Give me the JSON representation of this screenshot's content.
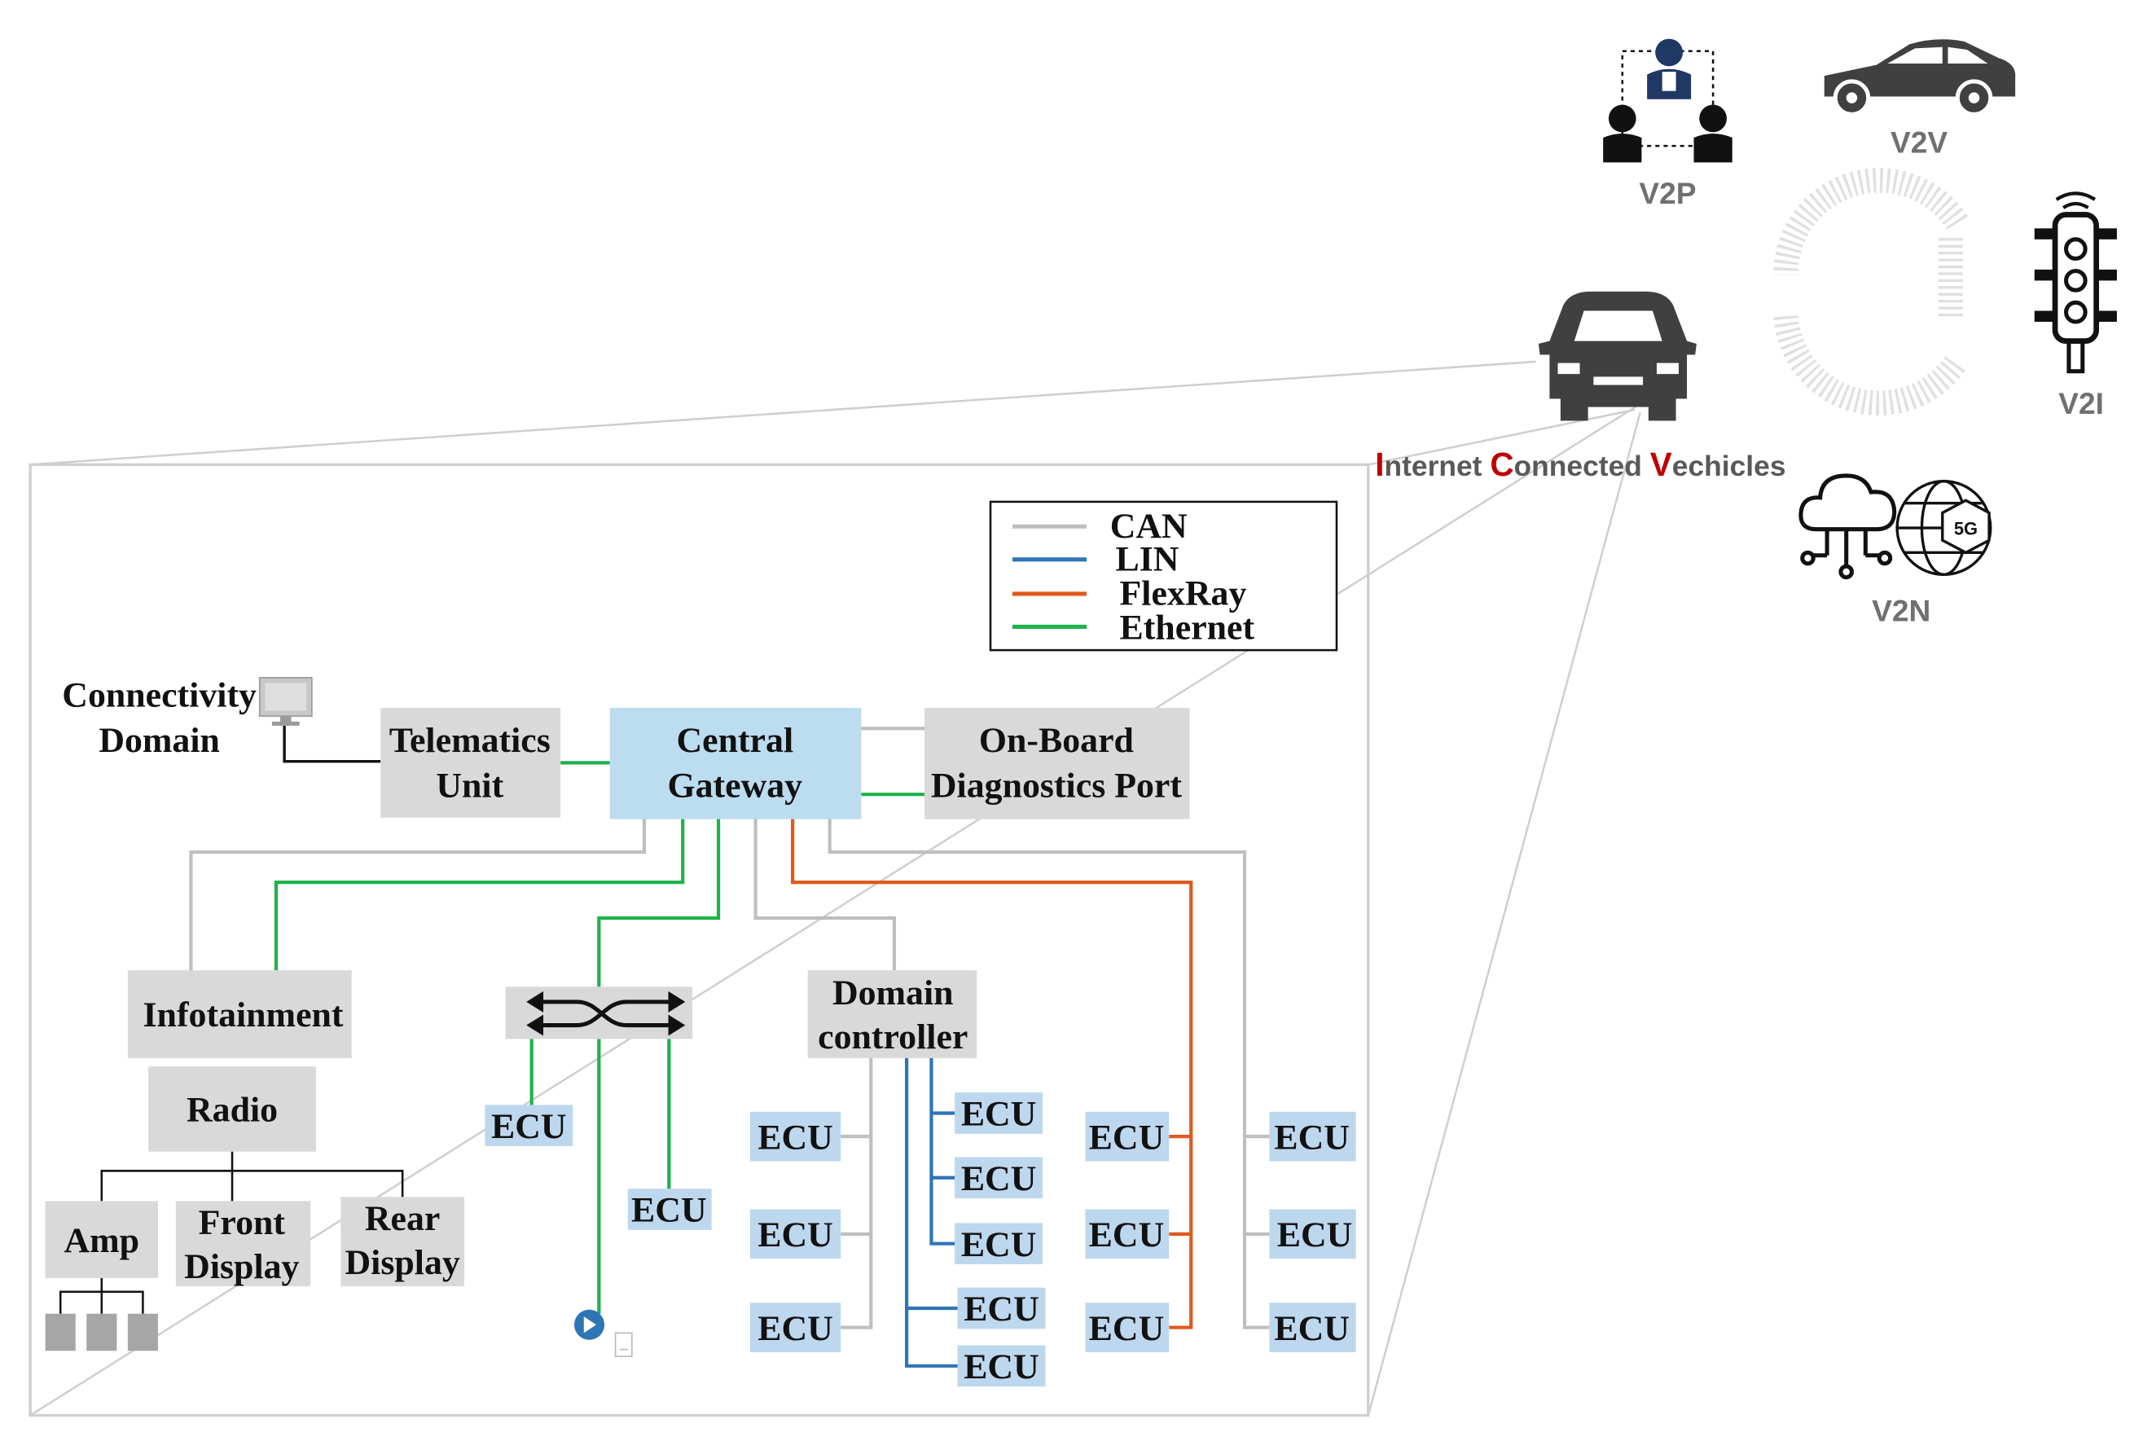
{
  "colors": {
    "can": "#bfbfbf",
    "lin": "#2e75b6",
    "flexray": "#e05a1c",
    "ethernet": "#1db34a",
    "grey_box": "#d9d9d9",
    "blue_box": "#bdd7ee",
    "gateway_box": "#bcdcf0",
    "accent_red": "#c00000",
    "icon_dark": "#404040",
    "label_grey": "#707070"
  },
  "legend": {
    "can": "CAN",
    "lin": "LIN",
    "flexray": "FlexRay",
    "ethernet": "Ethernet"
  },
  "connectivity": {
    "line1": "Connectivity",
    "line2": "Domain"
  },
  "telematics": {
    "line1": "Telematics",
    "line2": "Unit"
  },
  "gateway": {
    "line1": "Central",
    "line2": "Gateway"
  },
  "obd": {
    "line1": "On-Board",
    "line2": "Diagnostics Port"
  },
  "infotainment": "Infotainment",
  "radio": "Radio",
  "amp": "Amp",
  "front_display": {
    "line1": "Front",
    "line2": "Display"
  },
  "rear_display": {
    "line1": "Rear",
    "line2": "Display"
  },
  "domain_controller": {
    "line1": "Domain",
    "line2": "controller"
  },
  "ecu": "ECU",
  "v2x": {
    "v2p": "V2P",
    "v2v": "V2V",
    "v2i": "V2I",
    "v2n": "V2N",
    "five_g": "5G"
  },
  "icv": {
    "i_letter": "I",
    "i_rest": "nternet ",
    "c_letter": "C",
    "c_rest": "onnected ",
    "v_letter": "V",
    "v_rest": "echicles"
  }
}
